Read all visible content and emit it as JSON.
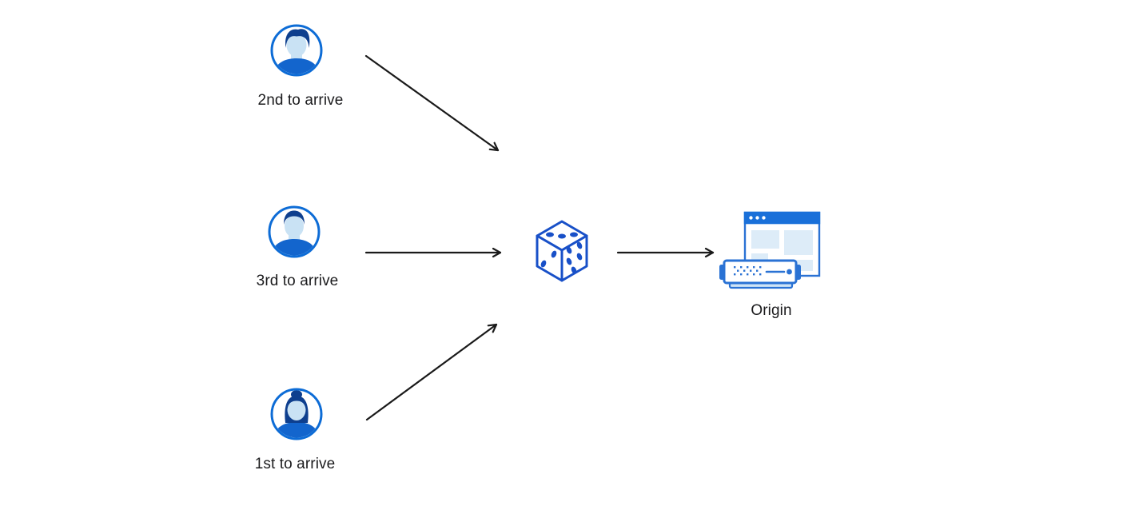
{
  "diagram": {
    "clients": [
      {
        "label": "2nd to arrive",
        "icon": "man-avatar-icon"
      },
      {
        "label": "3rd to arrive",
        "icon": "man-avatar-icon"
      },
      {
        "label": "1st to arrive",
        "icon": "woman-avatar-icon"
      }
    ],
    "router": {
      "icon": "dice-icon"
    },
    "origin": {
      "label": "Origin",
      "icons": [
        "browser-window-icon",
        "server-icon"
      ]
    },
    "colors": {
      "accent_blue": "#0d6cd6",
      "dice_blue": "#1850c8",
      "browser_blue": "#2a72d4",
      "titlebar_blue": "#1a70d9",
      "navy_hair": "#0e3f8e",
      "shirt_blue": "#1365cd",
      "face_light_blue": "#c9e2f4",
      "panel_light_blue": "#ddecf8",
      "server_base_blue": "#cfe4f6",
      "arrow_black": "#1a1a1a",
      "text_black": "#1b1b1d"
    }
  }
}
